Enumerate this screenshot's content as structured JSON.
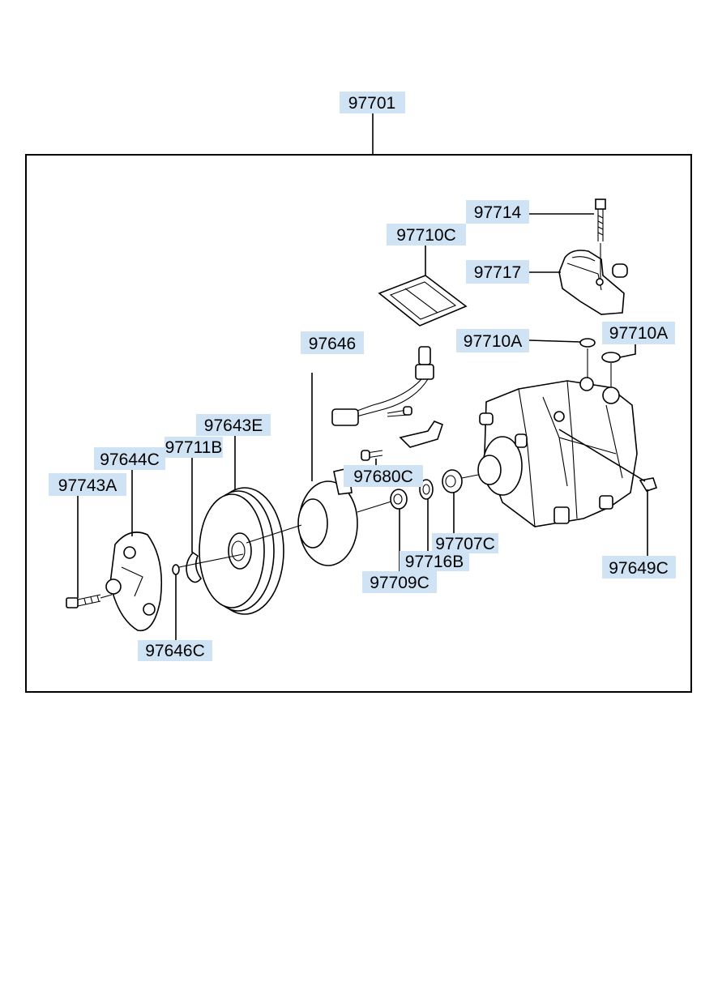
{
  "labels": {
    "assembly": "97701",
    "bolt": "97714",
    "gasket": "97710C",
    "manifold": "97717",
    "oring_left": "97710A",
    "oring_right": "97710A",
    "wire_harness": "97646",
    "pulley": "97643E",
    "snap_ring": "97711B",
    "clutch_hub": "97644C",
    "hub_bolt": "97743A",
    "shim": "97646C",
    "bracket_screw": "97680C",
    "seal": "97707C",
    "washer": "97716B",
    "bushing": "97709C",
    "plug": "97649C"
  }
}
